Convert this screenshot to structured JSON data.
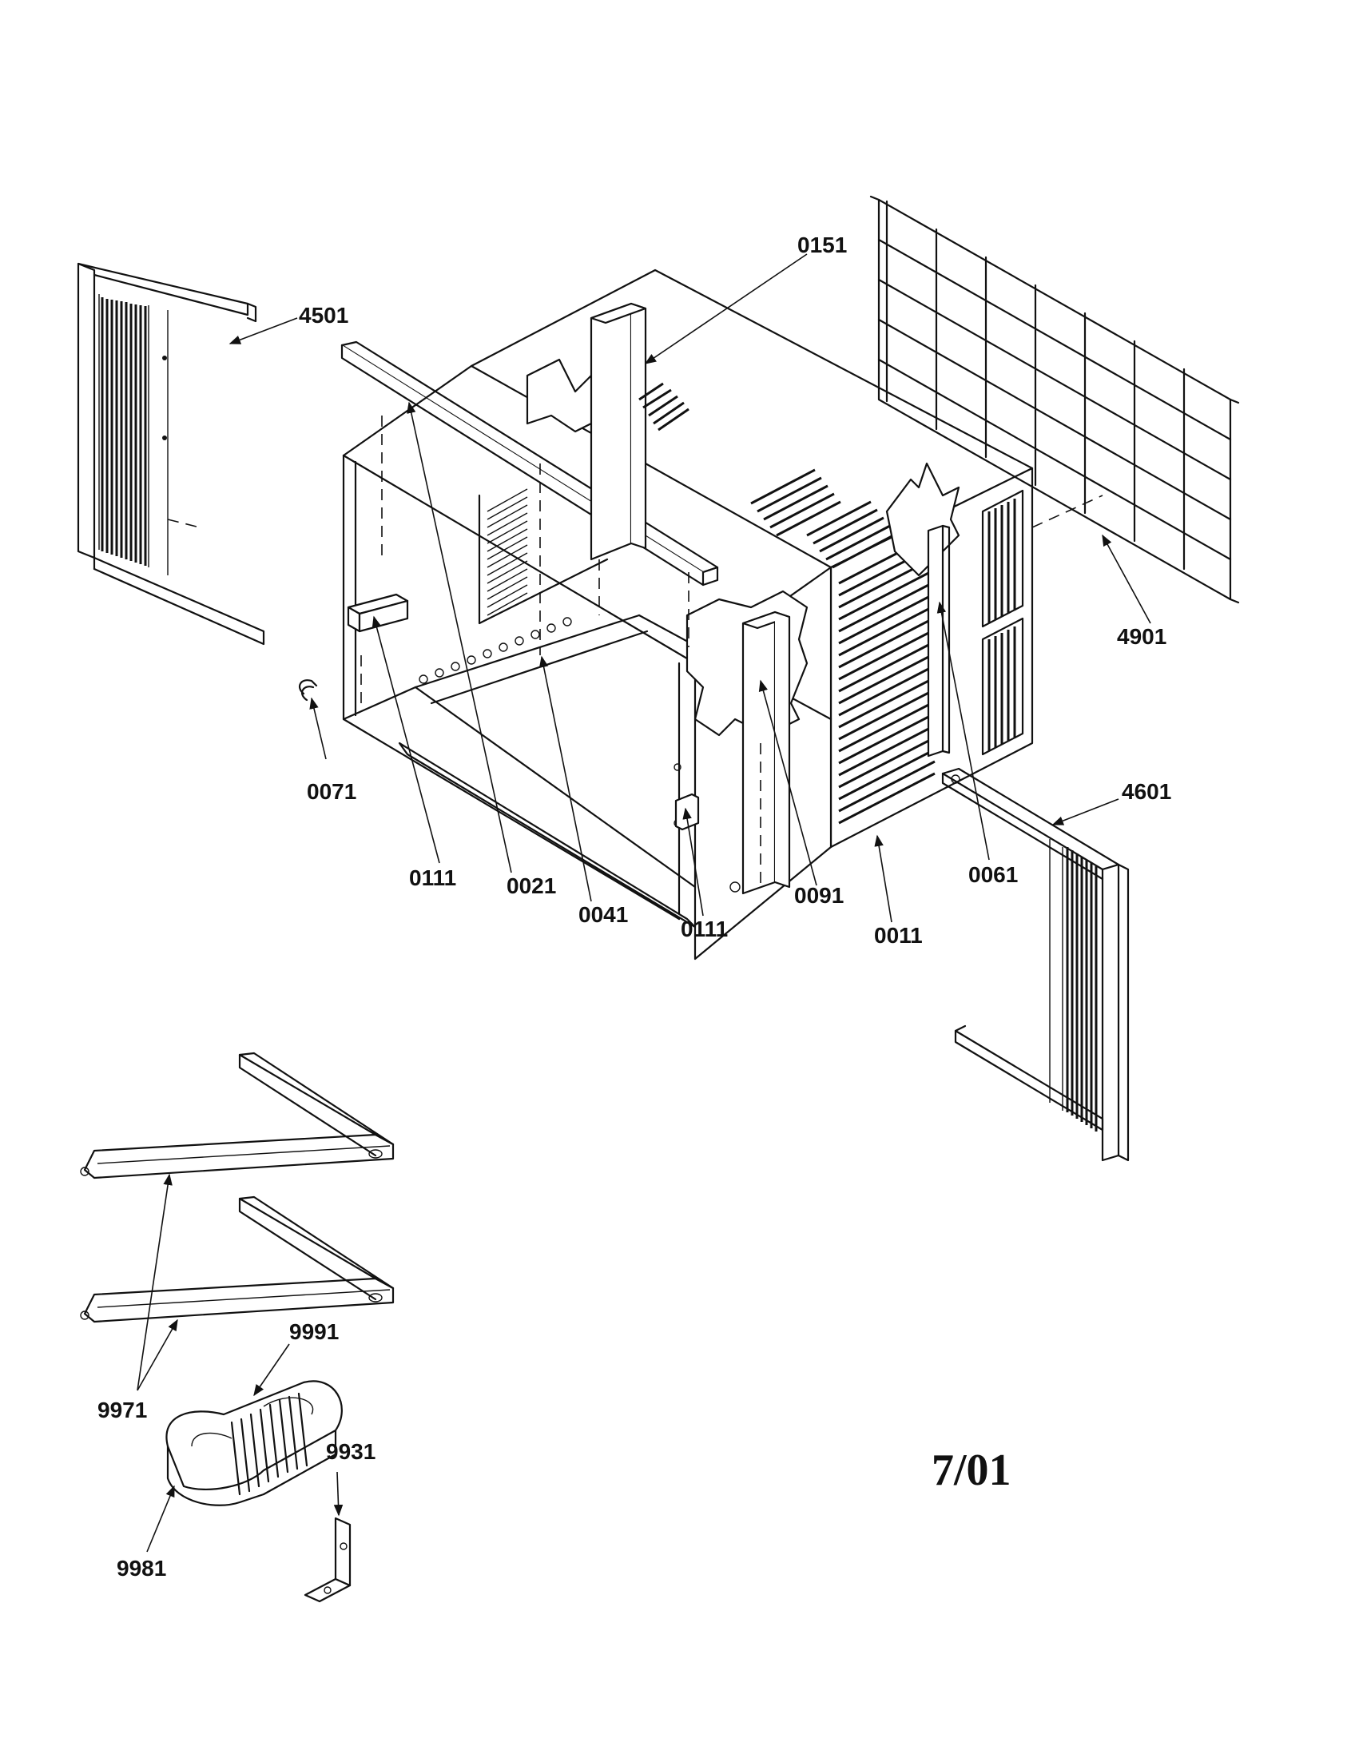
{
  "diagram": {
    "part_numbers": {
      "p0151": "0151",
      "p4501": "4501",
      "p4901": "4901",
      "p0071": "0071",
      "p0111a": "0111",
      "p0021": "0021",
      "p0041": "0041",
      "p0111b": "0111",
      "p0091": "0091",
      "p0011": "0011",
      "p0061": "0061",
      "p4601": "4601",
      "p9991": "9991",
      "p9971": "9971",
      "p9931": "9931",
      "p9981": "9981"
    },
    "revision_date": "7/01"
  }
}
